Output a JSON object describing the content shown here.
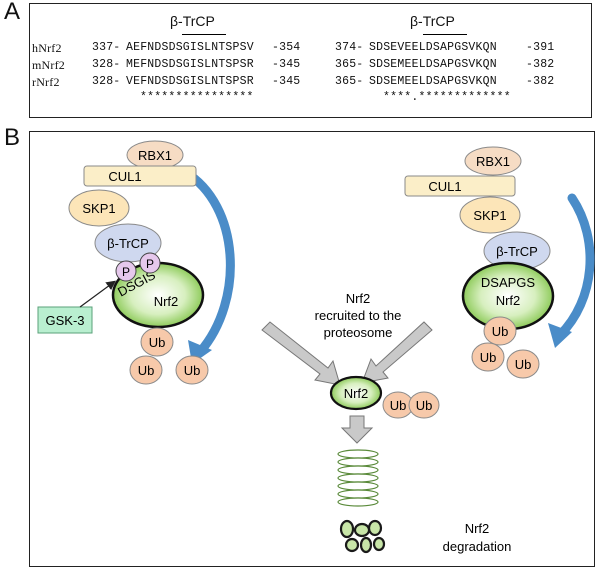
{
  "panel_a": {
    "letter": "A",
    "motif_label_left": "β-TrCP",
    "motif_label_right": "β-TrCP",
    "rows": [
      {
        "species": "hNrf2",
        "s1": "337-",
        "seq1": "AEFNDSDSGISLNTSPSV",
        "e1": "-354",
        "s2": "374-",
        "seq2": "SDSEVEELDSAPGSVKQN",
        "e2": "-391"
      },
      {
        "species": "mNrf2",
        "s1": "328-",
        "seq1": "MEFNDSDSGISLNTSPSR",
        "e1": "-345",
        "s2": "365-",
        "seq2": "SDSEMEELDSAPGSVKQN",
        "e2": "-382"
      },
      {
        "species": "rNrf2",
        "s1": "328-",
        "seq1": "VEFNDSDSGISLNTSPSR",
        "e1": "-345",
        "s2": "365-",
        "seq2": "SDSEMEELDSAPGSVKQN",
        "e2": "-382"
      }
    ],
    "conservation1": "****************",
    "conservation2": "****.*************"
  },
  "panel_b": {
    "letter": "B",
    "left_complex": {
      "rbx1": "RBX1",
      "cul1": "CUL1",
      "skp1": "SKP1",
      "btrcp": "β-TrCP",
      "p1": "P",
      "p2": "P",
      "motif": "DSGIS",
      "nrf2": "Nrf2",
      "gsk3": "GSK-3",
      "ub": [
        "Ub",
        "Ub",
        "Ub"
      ]
    },
    "right_complex": {
      "rbx1": "RBX1",
      "cul1": "CUL1",
      "skp1": "SKP1",
      "btrcp": "β-TrCP",
      "motif": "DSAPGS",
      "nrf2": "Nrf2",
      "ub": [
        "Ub",
        "Ub",
        "Ub"
      ]
    },
    "center_text": [
      "Nrf2",
      "recruited to the",
      "proteosome"
    ],
    "center_nrf2": "Nrf2",
    "center_ub": [
      "Ub",
      "Ub"
    ],
    "degradation_text": [
      "Nrf2",
      "degradation"
    ]
  },
  "colors": {
    "rbx1": "#f6dcc4",
    "cul1": "#fbeec8",
    "skp1": "#fce5b8",
    "btrcp": "#cfd8ef",
    "phospho": "#e6c8ec",
    "nrf2_center": "#ffffff",
    "nrf2_edge": "#7cc242",
    "ub": "#f7c9aa",
    "gsk3": "#b9efd0",
    "arrow_blue": "#4a8cc8",
    "arrow_gray": "#bcbcbc"
  }
}
